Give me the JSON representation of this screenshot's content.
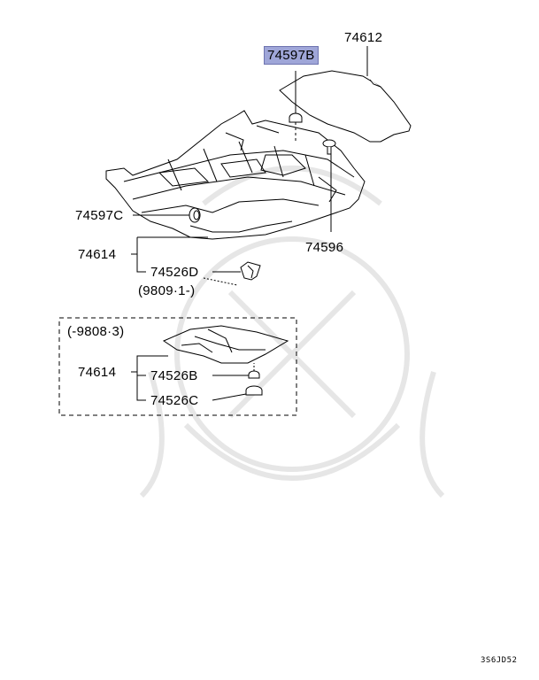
{
  "diagram": {
    "parts": {
      "p74612": "74612",
      "p74597B": "74597B",
      "p74597C": "74597C",
      "p74596": "74596",
      "p74614_top": "74614",
      "p74526D": "74526D",
      "range_new": "(9809·1-)",
      "range_old": "(-9808·3)",
      "p74614_bottom": "74614",
      "p74526B": "74526B",
      "p74526C": "74526C"
    },
    "highlighted_part": "74597B",
    "highlight_color": "#9fa6d8",
    "drawing_code": "3S6JD52"
  }
}
